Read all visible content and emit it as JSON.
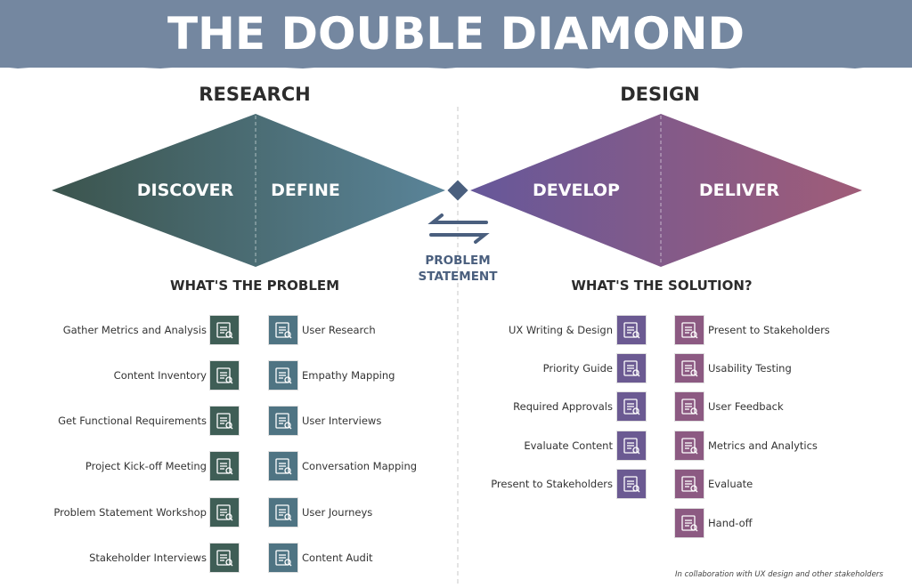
{
  "title": "THE DOUBLE DIAMOND",
  "sections": {
    "research": "RESEARCH",
    "design": "DESIGN"
  },
  "phases": {
    "discover": "DISCOVER",
    "define": "DEFINE",
    "develop": "DEVELOP",
    "deliver": "DELIVER"
  },
  "problem_statement": {
    "line1": "PROBLEM",
    "line2": "STATEMENT"
  },
  "questions": {
    "problem": "WHAT'S THE PROBLEM",
    "solution": "WHAT'S THE SOLUTION?"
  },
  "colors": {
    "header": "#7487a0",
    "discover": "#3f5e56",
    "define": "#4f7483",
    "develop": "#6b5a92",
    "deliver": "#8c5a82",
    "problem_statement": "#4a5f7e"
  },
  "research_col1": [
    {
      "label": "Gather Metrics and Analysis",
      "icon": "analytics-icon"
    },
    {
      "label": "Content Inventory",
      "icon": "document-edit-icon"
    },
    {
      "label": "Get Functional Requirements",
      "icon": "checklist-icon"
    },
    {
      "label": "Project Kick-off Meeting",
      "icon": "project-board-icon"
    },
    {
      "label": "Problem Statement Workshop",
      "icon": "workshop-icon"
    },
    {
      "label": "Stakeholder Interviews",
      "icon": "interview-icon"
    }
  ],
  "research_col2": [
    {
      "label": "User Research",
      "icon": "user-research-icon"
    },
    {
      "label": "Empathy Mapping",
      "icon": "empathy-head-icon"
    },
    {
      "label": "User Interviews",
      "icon": "interview-icon"
    },
    {
      "label": "Conversation Mapping",
      "icon": "conversation-icon"
    },
    {
      "label": "User Journeys",
      "icon": "map-pin-icon"
    },
    {
      "label": "Content Audit",
      "icon": "document-search-icon"
    }
  ],
  "design_col1": [
    {
      "label": "UX Writing & Design",
      "icon": "phone-pencil-icon"
    },
    {
      "label": "Priority Guide",
      "icon": "document-info-icon"
    },
    {
      "label": "Required Approvals",
      "icon": "document-check-icon"
    },
    {
      "label": "Evaluate Content",
      "icon": "browser-thumb-icon"
    },
    {
      "label": "Present to Stakeholders",
      "icon": "network-users-icon"
    }
  ],
  "design_col2": [
    {
      "label": "Present to Stakeholders",
      "icon": "network-users-icon"
    },
    {
      "label": "Usability Testing",
      "icon": "usability-thumb-icon"
    },
    {
      "label": "User Feedback",
      "icon": "feedback-icon"
    },
    {
      "label": "Metrics and Analytics",
      "icon": "bar-chart-icon"
    },
    {
      "label": "Evaluate",
      "icon": "analytics-search-icon"
    },
    {
      "label": "Hand-off",
      "icon": "gavel-document-icon"
    }
  ],
  "footer": "In collaboration with UX design and other stakeholders"
}
